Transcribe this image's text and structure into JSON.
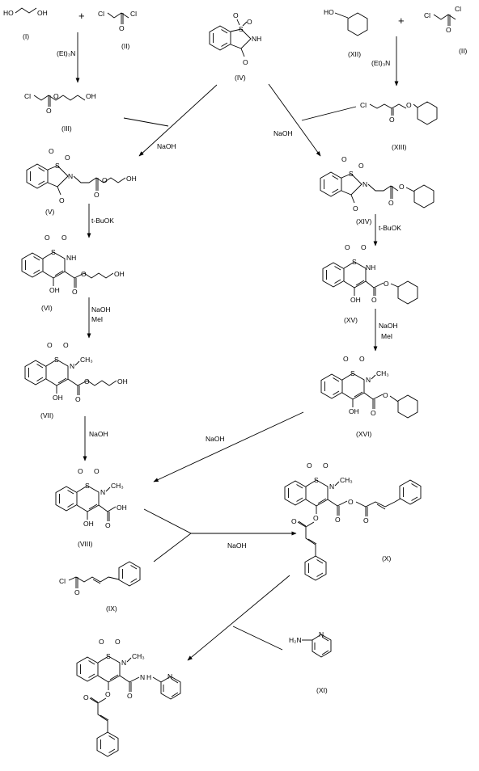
{
  "compounds": {
    "c1": "(I)",
    "c2": "(II)",
    "c3": "(III)",
    "c4": "(IV)",
    "c5": "(V)",
    "c6": "(VI)",
    "c7": "(VII)",
    "c8": "(VIII)",
    "c9": "(IX)",
    "c10": "(X)",
    "c11": "(XI)",
    "c12": "(XII)",
    "c2b": "(II)",
    "c13": "(XIII)",
    "c14": "(XIV)",
    "c15": "(XV)",
    "c16": "(XVI)"
  },
  "reagents": {
    "r_et3n_left": "(Et)₃N",
    "r_et3n_right": "(Et)₃N",
    "r_naoh_a": "NaOH",
    "r_naoh_b": "NaOH",
    "r_tbuok_left": "t-BuOK",
    "r_tbuok_right": "t-BuOK",
    "r_naoh_c": "NaOH",
    "r_mei_left": "MeI",
    "r_naoh_d": "NaOH",
    "r_mei_right": "MeI",
    "r_naoh_e": "NaOH",
    "r_naoh_f": "NaOH",
    "r_naoh_g": "NaOH"
  },
  "symbols": {
    "plus_left": "+",
    "plus_right": "+"
  },
  "atoms": {
    "ho": "HO",
    "oh": "OH",
    "cl": "Cl",
    "o": "O",
    "s": "S",
    "nh": "NH",
    "n": "N",
    "ch3": "CH₃",
    "h2n": "H₂N",
    "h": "H"
  }
}
